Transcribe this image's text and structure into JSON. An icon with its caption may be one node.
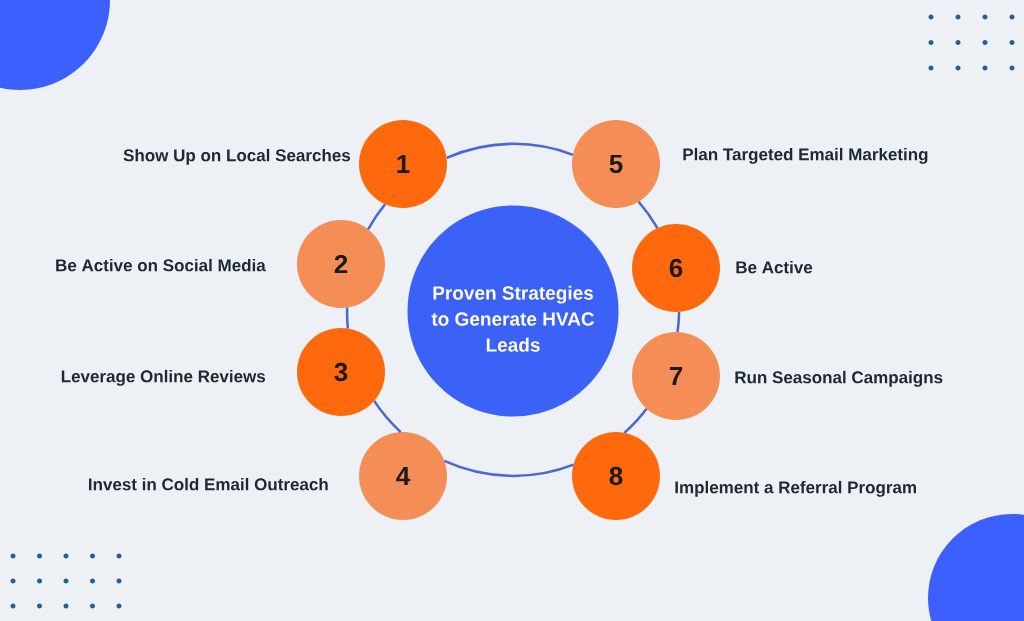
{
  "diagram": {
    "nodes": [
      {
        "text": [
          "Proven Strategies to Generate HVAC Leads"
        ]
      },
      {
        "text": [
          "1"
        ],
        "beside": [
          "Show Up on Local Searches"
        ]
      },
      {
        "text": [
          "2"
        ],
        "beside": [
          "Be Active on Social Media"
        ]
      },
      {
        "text": [
          "3"
        ],
        "beside": [
          "Leverage Online Reviews"
        ]
      },
      {
        "text": [
          "4"
        ],
        "beside": [
          "Invest in Cold Email Outreach"
        ]
      },
      {
        "text": [
          "5"
        ],
        "beside": [
          "Plan Targeted Email Marketing"
        ]
      },
      {
        "text": [
          "6"
        ],
        "beside": [
          "Be Active"
        ]
      },
      {
        "text": [
          "7"
        ],
        "beside": [
          "Run Seasonal Campaigns"
        ]
      },
      {
        "text": [
          "8"
        ],
        "beside": [
          "Implement a Referral Program"
        ]
      }
    ],
    "edges": [
      {
        "from": 1,
        "to": 5,
        "arrow": "none"
      },
      {
        "from": 5,
        "to": 6,
        "arrow": "none"
      },
      {
        "from": 6,
        "to": 7,
        "arrow": "none"
      },
      {
        "from": 7,
        "to": 8,
        "arrow": "none"
      },
      {
        "from": 8,
        "to": 4,
        "arrow": "none"
      },
      {
        "from": 4,
        "to": 3,
        "arrow": "none"
      },
      {
        "from": 3,
        "to": 2,
        "arrow": "none"
      },
      {
        "from": 2,
        "to": 1,
        "arrow": "none"
      }
    ]
  }
}
